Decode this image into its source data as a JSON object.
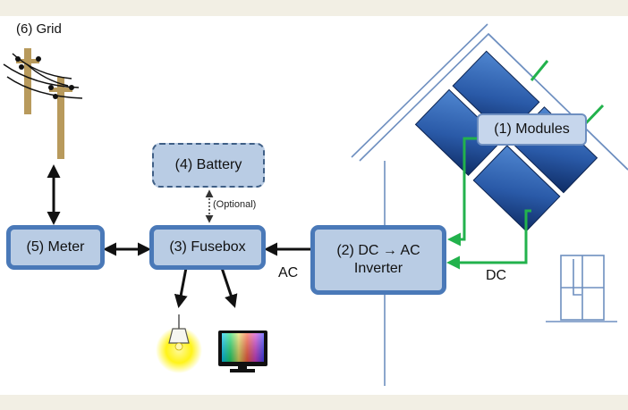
{
  "labels": {
    "grid": "(6) Grid",
    "modules": "(1) Modules",
    "battery": "(4) Battery",
    "optional": "(Optional)",
    "meter": "(5) Meter",
    "fusebox": "(3) Fusebox",
    "inverter_line1": "(2) DC → AC",
    "inverter_line2": "Inverter",
    "ac": "AC",
    "dc": "DC"
  },
  "icons": {
    "grid": "utility-pole-icon",
    "lamp": "ceiling-lamp-icon",
    "monitor": "monitor-icon"
  },
  "colors": {
    "box_fill": "#b9cce4",
    "box_border": "#4a79b8",
    "dc_wire": "#22b24c",
    "roof_outline": "#6e8fc0",
    "panel_blue": "#2a5aa8",
    "background_band": "#f2efe4"
  }
}
